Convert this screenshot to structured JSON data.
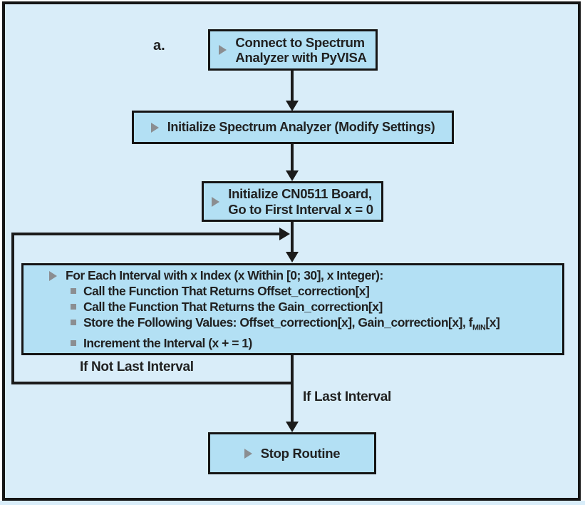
{
  "figure_label": "a.",
  "colors": {
    "background": "#d9edf9",
    "box_fill": "#b3e0f4",
    "line": "#1b1b1b",
    "bullet_gray": "#8b8e91"
  },
  "icons": {
    "step_bullet": "right-triangle",
    "sub_bullet": "small-square"
  },
  "boxes": {
    "connect": {
      "line1": "Connect to Spectrum",
      "line2": "Analyzer with PyVISA"
    },
    "init_analyzer": {
      "label": "Initialize Spectrum Analyzer (Modify Settings)"
    },
    "init_board": {
      "line1": "Initialize CN0511 Board,",
      "line2": "Go to First Interval x = 0"
    },
    "loop": {
      "header": "For Each Interval with x Index (x Within [0; 30], x Integer):",
      "items": [
        "Call the Function That Returns Offset_correction[x]",
        "Call the Function That Returns the Gain_correction[x]",
        {
          "prefix": "Store the Following Values: Offset_correction[x], Gain_correction[x], f",
          "sub": "MIN",
          "suffix": "[x]"
        },
        "Increment the Interval (x + = 1)"
      ]
    },
    "stop": {
      "label": "Stop Routine"
    }
  },
  "edges": {
    "not_last_label": "If Not Last Interval",
    "last_label": "If Last Interval"
  }
}
